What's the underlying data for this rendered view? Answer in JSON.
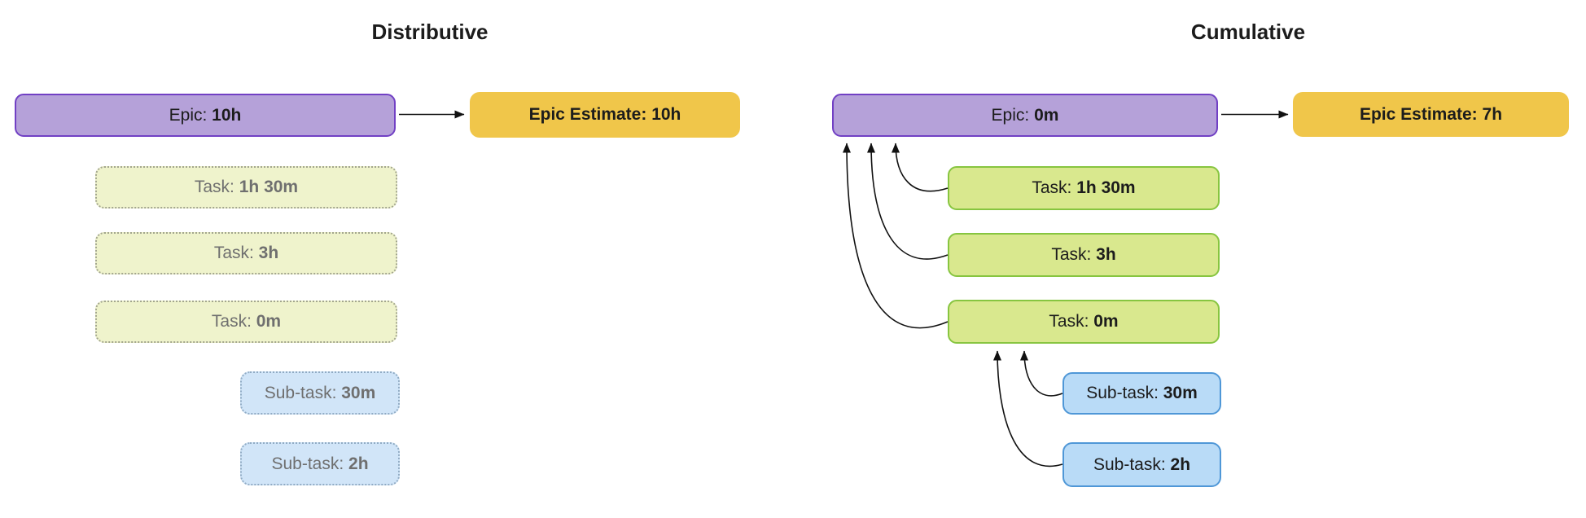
{
  "panels": {
    "distributive": {
      "title": "Distributive",
      "epic": {
        "label": "Epic: ",
        "value": "10h"
      },
      "estimate": {
        "label": "Epic Estimate: ",
        "value": "10h"
      },
      "tasks": [
        {
          "label": "Task: ",
          "value": "1h 30m"
        },
        {
          "label": "Task: ",
          "value": "3h"
        },
        {
          "label": "Task: ",
          "value": "0m"
        }
      ],
      "subtasks": [
        {
          "label": "Sub-task: ",
          "value": "30m"
        },
        {
          "label": "Sub-task: ",
          "value": "2h"
        }
      ]
    },
    "cumulative": {
      "title": "Cumulative",
      "epic": {
        "label": "Epic: ",
        "value": "0m"
      },
      "estimate": {
        "label": "Epic Estimate: ",
        "value": "7h"
      },
      "tasks": [
        {
          "label": "Task: ",
          "value": "1h 30m"
        },
        {
          "label": "Task: ",
          "value": "3h"
        },
        {
          "label": "Task: ",
          "value": "0m"
        }
      ],
      "subtasks": [
        {
          "label": "Sub-task: ",
          "value": "30m"
        },
        {
          "label": "Sub-task: ",
          "value": "2h"
        }
      ]
    }
  },
  "colors": {
    "epic_fill": "#b5a1d9",
    "epic_border": "#7140c4",
    "estimate_fill": "#f0c64a",
    "task_active_fill": "#d9e88e",
    "task_active_border": "#87c540",
    "task_inactive_fill": "#eff3cc",
    "task_inactive_border": "#a3a68e",
    "subtask_active_fill": "#b9dbf7",
    "subtask_active_border": "#4f97d7",
    "subtask_inactive_fill": "#d1e5f8",
    "subtask_inactive_border": "#90abc4",
    "text_dark": "#1c1c1c",
    "text_muted": "#6f6f6f",
    "arrow": "#111111",
    "background": "#ffffff"
  }
}
